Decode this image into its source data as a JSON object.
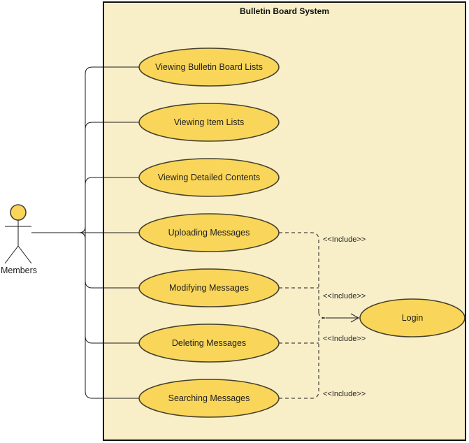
{
  "diagram": {
    "title": "Bulletin Board System",
    "actor": {
      "name": "Members"
    },
    "use_cases": [
      {
        "label": "Viewing Bulletin Board Lists"
      },
      {
        "label": "Viewing Item Lists"
      },
      {
        "label": "Viewing Detailed Contents"
      },
      {
        "label": "Uploading Messages"
      },
      {
        "label": "Modifying Messages"
      },
      {
        "label": "Deleting Messages"
      },
      {
        "label": "Searching Messages"
      }
    ],
    "login_use_case": {
      "label": "Login"
    },
    "include_stereotype": "<<Include>>",
    "colors": {
      "use_case_fill": "#F9D65A",
      "use_case_stroke": "#45412F",
      "boundary_fill": "#F8EFC9",
      "boundary_stroke": "#111111",
      "connector": "#1A1A1A",
      "text": "#1E1E1E"
    }
  }
}
